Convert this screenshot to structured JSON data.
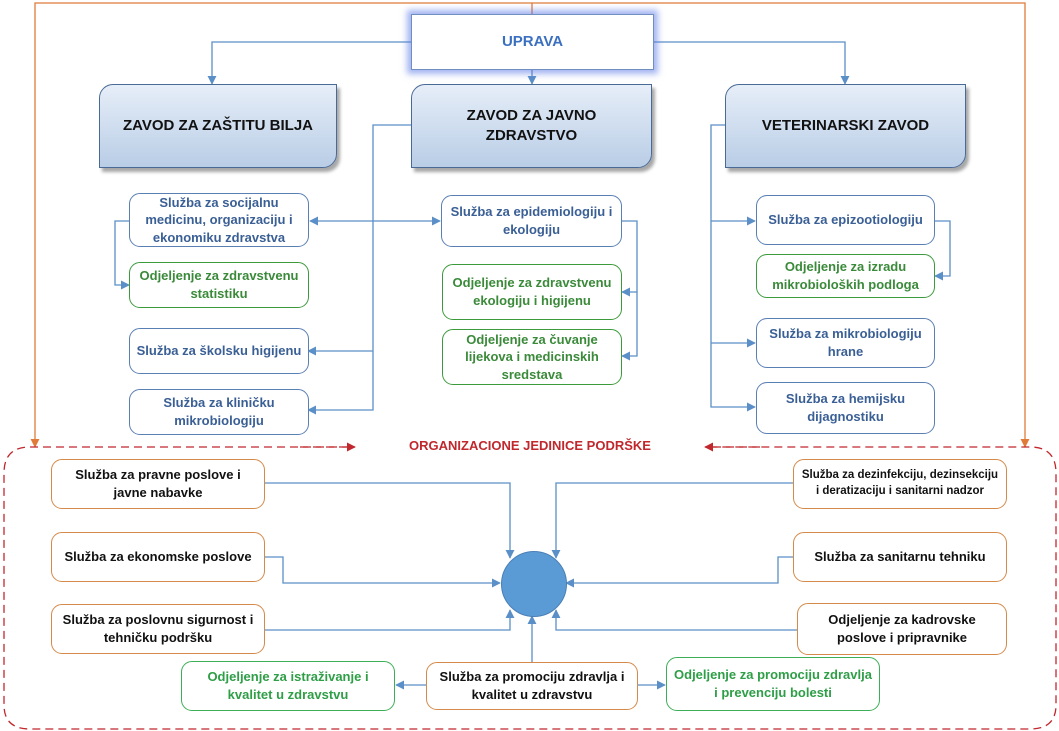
{
  "top": {
    "uprava": "UPRAVA"
  },
  "zavodi": {
    "left": "ZAVOD ZA ZAŠTITU BILJA",
    "center": "ZAVOD ZA JAVNO ZDRAVSTVO",
    "right": "VETERINARSKI ZAVOD"
  },
  "left_column": [
    "Služba za socijalnu medicinu, organizaciju i ekonomiku zdravstva",
    "Odjeljenje za zdravstvenu statistiku",
    "Služba za školsku higijenu",
    "Služba za kliničku mikrobiologiju"
  ],
  "center_column": [
    "Služba za epidemiologiju i ekologiju",
    "Odjeljenje za zdravstvenu ekologiju i higijenu",
    "Odjeljenje za čuvanje lijekova i medicinskih sredstava"
  ],
  "right_column": [
    "Služba za epizootiologiju",
    "Odjeljenje za izradu mikrobioloških podloga",
    "Služba za mikrobiologiju hrane",
    "Služba za hemijsku dijagnostiku"
  ],
  "support": {
    "title": "ORGANIZACIONE JEDINICE PODRŠKE",
    "legal": "Služba za pravne poslove i javne nabavke",
    "economic": "Služba za ekonomske poslove",
    "security": "Služba za poslovnu sigurnost i tehničku podršku",
    "research": "Odjeljenje za istraživanje i kvalitet u zdravstvu",
    "promotion": "Služba za promociju zdravlja i kvalitet u zdravstvu",
    "prevention": "Odjeljenje za promociju zdravlja i prevenciju bolesti",
    "disinfection": "Služba za dezinfekciju, dezinsekciju i deratizaciju i sanitarni nadzor",
    "sanitary": "Služba za sanitarnu tehniku",
    "hr": "Odjeljenje za kadrovske poslove i pripravnike"
  },
  "colors": {
    "blue_line": "#5b8fc7",
    "orange_line": "#e07b39",
    "red_dashed": "#c0282d",
    "circle": "#5b9bd5"
  }
}
